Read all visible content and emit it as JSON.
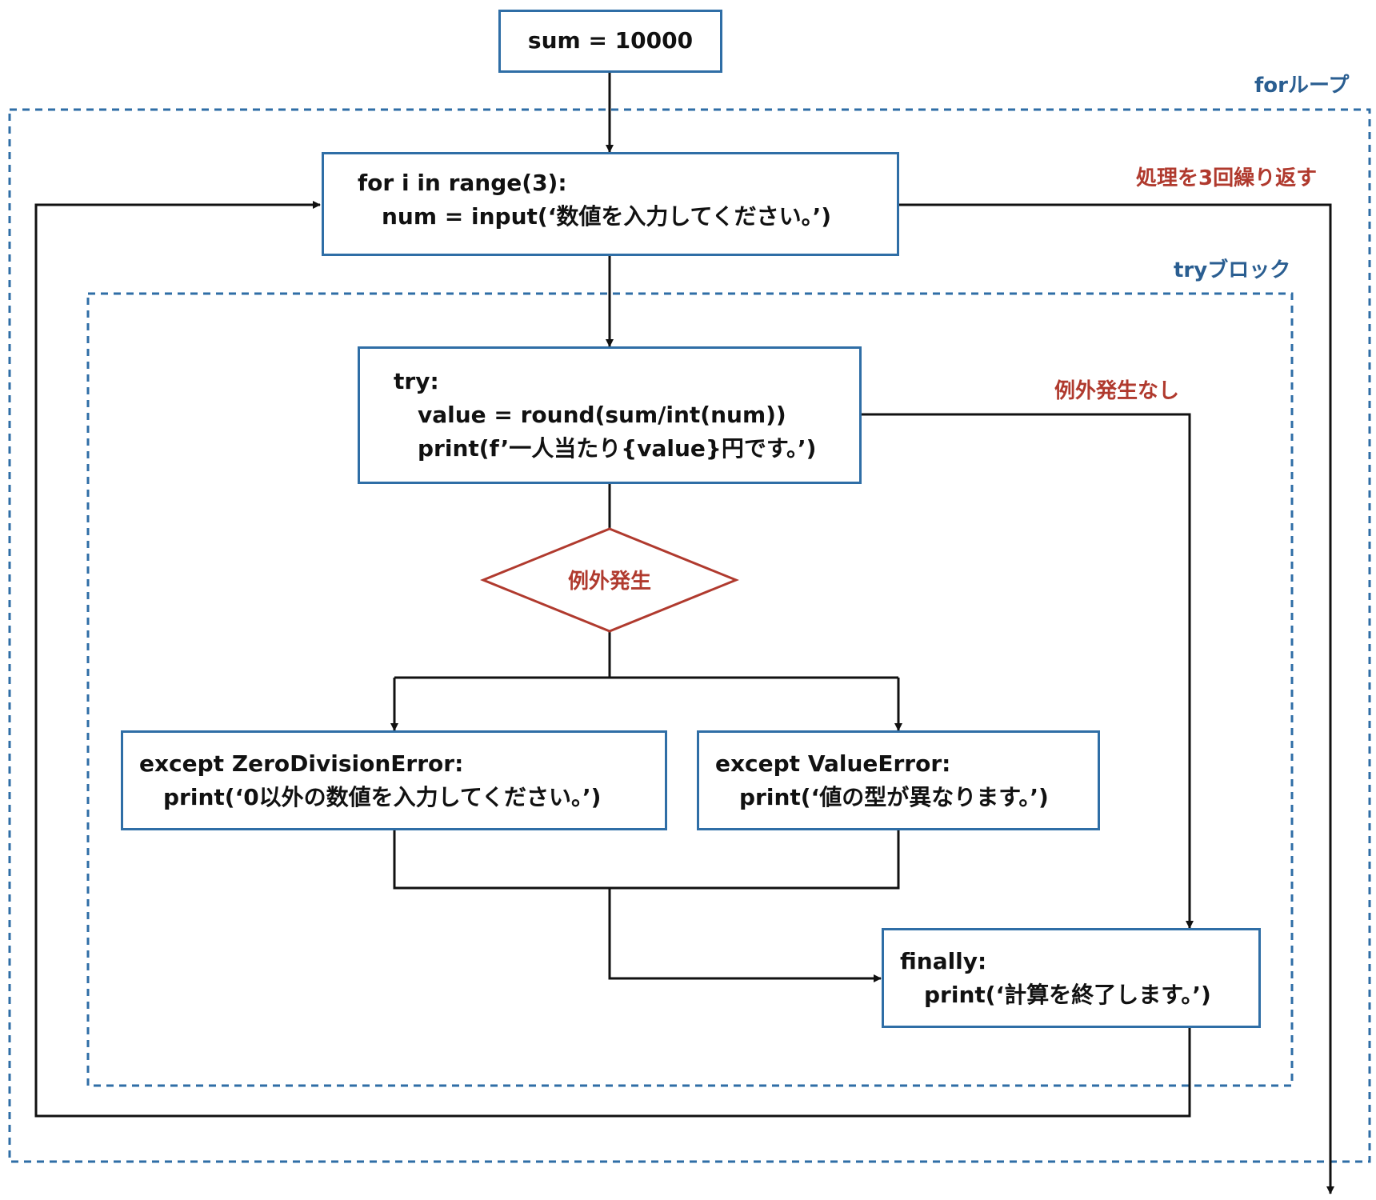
{
  "colors": {
    "box_border": "#2f6ea6",
    "region": "#2f6ea6",
    "region_label": "#2a5e91",
    "condition": "#b03a2e",
    "arrow": "#111111"
  },
  "boxes": {
    "start": {
      "lines": [
        "sum = 10000"
      ]
    },
    "for": {
      "lines": [
        "for i in range(3):",
        "num = input(‘数値を入力してください。’)"
      ]
    },
    "try": {
      "lines": [
        "try:",
        "value = round(sum/int(num))",
        "print(f’一人当たり{value}円です。’)"
      ]
    },
    "except_zero": {
      "lines": [
        "except ZeroDivisionError:",
        "print(‘0以外の数値を入力してください。’)"
      ]
    },
    "except_value": {
      "lines": [
        "except ValueError:",
        "print(‘値の型が異なります。’)"
      ]
    },
    "finally": {
      "lines": [
        "finally:",
        "print(‘計算を終了します。’)"
      ]
    }
  },
  "decision": {
    "label": "例外発生"
  },
  "labels": {
    "for_loop": "forループ",
    "repeat": "処理を3回繰り返す",
    "try_block": "tryブロック",
    "no_exception": "例外発生なし"
  }
}
